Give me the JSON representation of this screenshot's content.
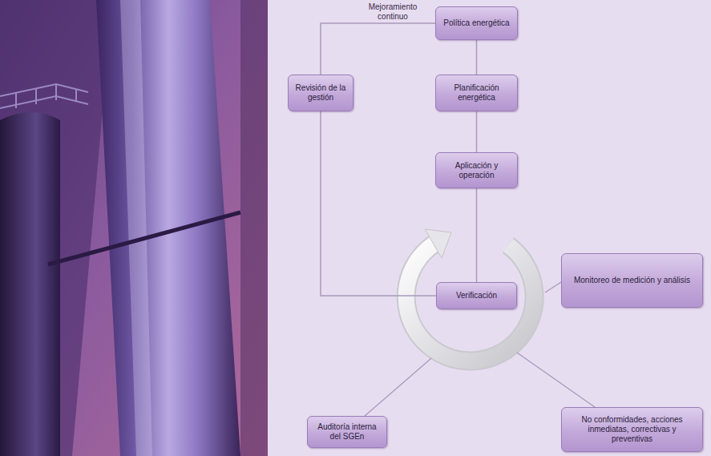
{
  "diagram": {
    "nodes": [
      {
        "text": [
          "Política energética"
        ]
      },
      {
        "text": [
          "Planificación energética"
        ]
      },
      {
        "text": [
          "Aplicación y operación"
        ]
      },
      {
        "text": [
          "Revisión de la gestión"
        ]
      },
      {
        "text": [
          "Verificación"
        ]
      },
      {
        "text": [
          "Monitoreo de medición y análisis"
        ]
      },
      {
        "text": [
          "Auditoría interna del SGEn"
        ]
      },
      {
        "text": [
          "No conformidades, acciones inmediatas, correctivas y preventivas"
        ]
      }
    ],
    "edges": [
      {
        "from": 0,
        "to": 1,
        "arrow": "none"
      },
      {
        "from": 1,
        "to": 2,
        "arrow": "none"
      },
      {
        "from": 2,
        "to": 4,
        "arrow": "none"
      },
      {
        "from": 4,
        "to": 3,
        "arrow": "none"
      },
      {
        "from": 3,
        "to": 0,
        "arrow": "none"
      }
    ],
    "labels": [
      "Mejoramiento continuo"
    ]
  }
}
